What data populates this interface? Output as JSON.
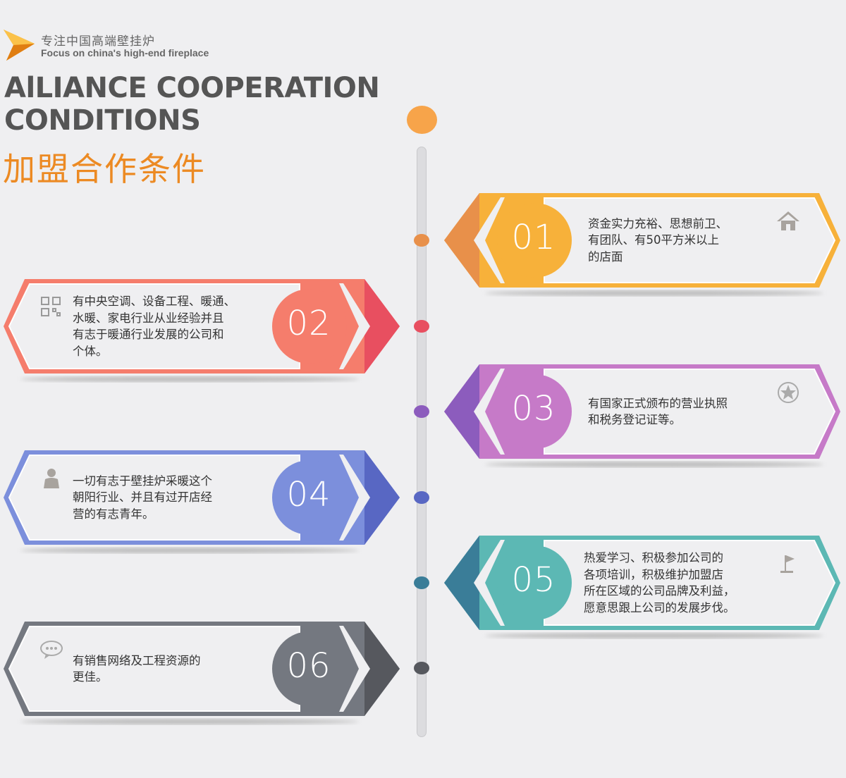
{
  "header": {
    "slogan_cn": "专注中国高端壁挂炉",
    "slogan_en": "Focus on china's high-end fireplace",
    "title_en_line1": "AlLIANCE COOPERATION",
    "title_en_line2": "CONDITIONS",
    "title_cn": "加盟合作条件"
  },
  "colors": {
    "accent": "#ec8a23",
    "timeline_top": "#f7a44a"
  },
  "cards": [
    {
      "number": "01",
      "side": "right",
      "color": "#f7b13a",
      "dark": "#e8904a",
      "icon": "house-icon",
      "lines": [
        "资金实力充裕、思想前卫、",
        "有团队、有50平方米以上",
        "的店面"
      ]
    },
    {
      "number": "02",
      "side": "left",
      "color": "#f57d6c",
      "dark": "#e84f60",
      "icon": "grid-icon",
      "lines": [
        "有中央空调、设备工程、暖通、",
        "水暖、家电行业从业经验并且",
        "有志于暖通行业发展的公司和",
        "个体。"
      ]
    },
    {
      "number": "03",
      "side": "right",
      "color": "#c67ac8",
      "dark": "#8c5cbd",
      "icon": "star-icon",
      "lines": [
        "有国家正式颁布的营业执照",
        "和税务登记证等。"
      ]
    },
    {
      "number": "04",
      "side": "left",
      "color": "#7c8fdc",
      "dark": "#5867c3",
      "icon": "person-icon",
      "lines": [
        "一切有志于壁挂炉采暖这个",
        "朝阳行业、并且有过开店经",
        "营的有志青年。"
      ]
    },
    {
      "number": "05",
      "side": "right",
      "color": "#5cb8b4",
      "dark": "#3a7d98",
      "icon": "flag-icon",
      "lines": [
        "热爱学习、积极参加公司的",
        "各项培训，积极维护加盟店",
        "所在区域的公司品牌及利益，",
        "愿意思跟上公司的发展步伐。"
      ]
    },
    {
      "number": "06",
      "side": "left",
      "color": "#747880",
      "dark": "#56585e",
      "icon": "chat-icon",
      "lines": [
        "有销售网络及工程资源的",
        "更佳。"
      ]
    }
  ]
}
